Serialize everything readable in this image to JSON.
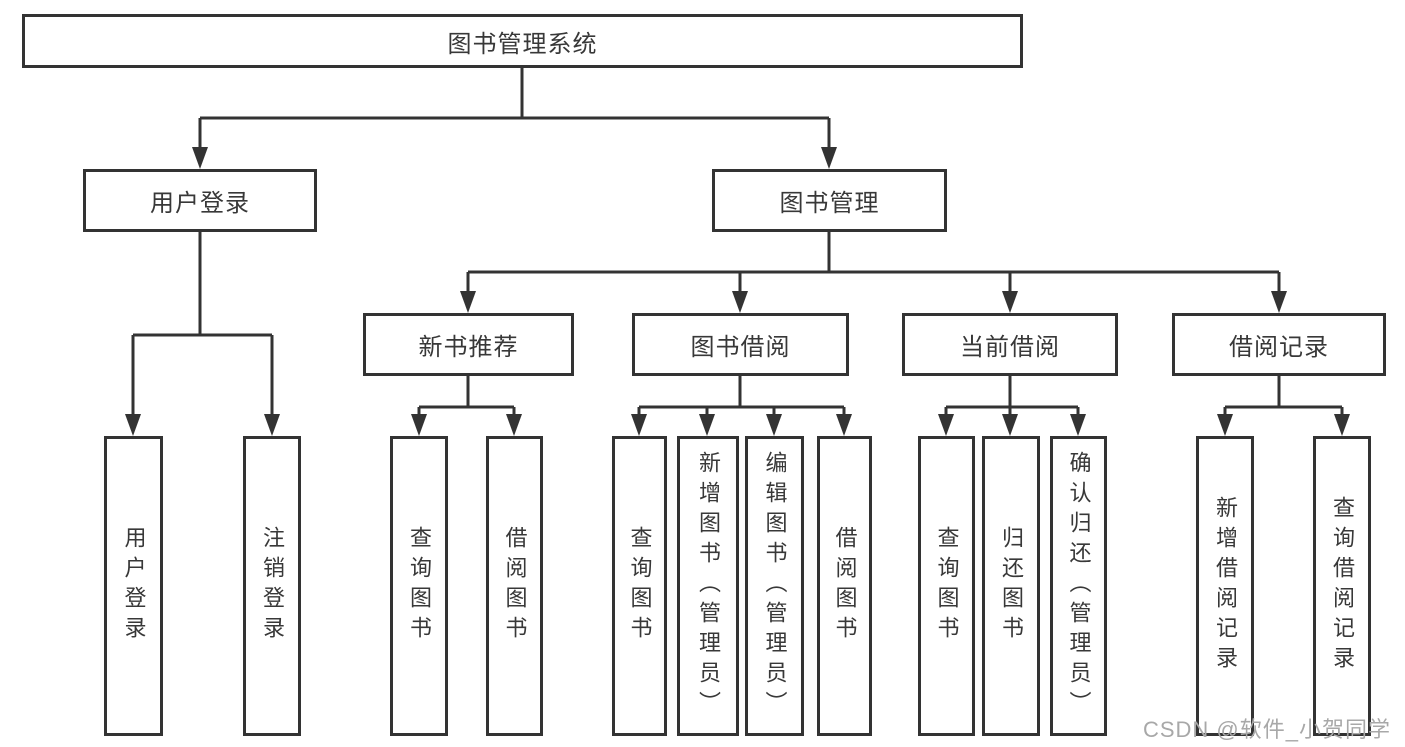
{
  "diagram": {
    "root": {
      "label": "图书管理系统"
    },
    "login": {
      "label": "用户登录",
      "children": [
        {
          "label": "用户登录"
        },
        {
          "label": "注销登录"
        }
      ]
    },
    "mgmt": {
      "label": "图书管理"
    },
    "rec": {
      "label": "新书推荐",
      "children": [
        {
          "label": "查询图书"
        },
        {
          "label": "借阅图书"
        }
      ]
    },
    "borrow": {
      "label": "图书借阅",
      "children": [
        {
          "label": "查询图书"
        },
        {
          "label": "新增图书（管理员）"
        },
        {
          "label": "编辑图书（管理员）"
        },
        {
          "label": "借阅图书"
        }
      ]
    },
    "current": {
      "label": "当前借阅",
      "children": [
        {
          "label": "查询图书"
        },
        {
          "label": "归还图书"
        },
        {
          "label": "确认归还（管理员）"
        }
      ]
    },
    "records": {
      "label": "借阅记录",
      "children": [
        {
          "label": "新增借阅记录"
        },
        {
          "label": "查询借阅记录"
        }
      ]
    }
  },
  "colors": {
    "line": "#333333",
    "text": "#383838",
    "background": "#ffffff",
    "watermark": "#a8a8a8"
  },
  "watermark": {
    "text": "CSDN @软件_小贺同学"
  }
}
